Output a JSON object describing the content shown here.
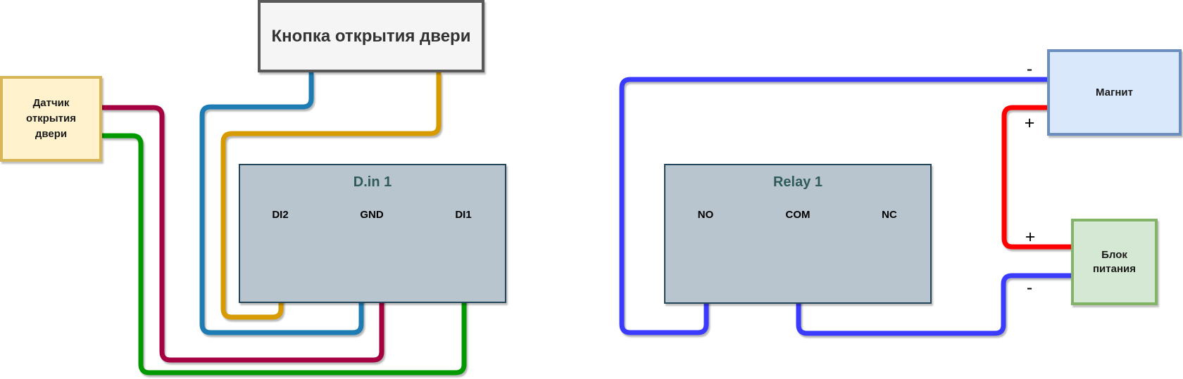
{
  "diagram": {
    "button": {
      "label": "Кнопка открытия двери"
    },
    "sensor": {
      "lines": [
        "Датчик",
        "открытия",
        "двери"
      ]
    },
    "din": {
      "title": "D.in 1",
      "terminals": [
        "DI2",
        "GND",
        "DI1"
      ]
    },
    "relay": {
      "title": "Relay 1",
      "terminals": [
        "NO",
        "COM",
        "NC"
      ]
    },
    "magnet": {
      "label": "Магнит",
      "minus_label": "-",
      "plus_label": "+"
    },
    "psu": {
      "lines": [
        "Блок",
        "питания"
      ],
      "plus_label": "+",
      "minus_label": "-"
    },
    "wire_colors": {
      "button_to_gnd": "#1e7cb4",
      "button_to_di2": "#d79b00",
      "sensor_to_gnd": "#a50040",
      "sensor_to_di1": "#009a00",
      "magnet_to_no": "#3b3bff",
      "com_to_psu": "#3b3bff",
      "magnet_to_psu": "#ff0000"
    },
    "box_colors": {
      "button_fill": "#f5f5f5",
      "button_border": "#595959",
      "sensor_fill": "#fff2cc",
      "sensor_border": "#d6b656",
      "module_fill": "#b9c5ce",
      "module_border": "#24465a",
      "module_title": "#2f5b5b",
      "magnet_fill": "#dae8fc",
      "magnet_border": "#6c8ebf",
      "psu_fill": "#d5e8d4",
      "psu_border": "#82b366"
    }
  }
}
